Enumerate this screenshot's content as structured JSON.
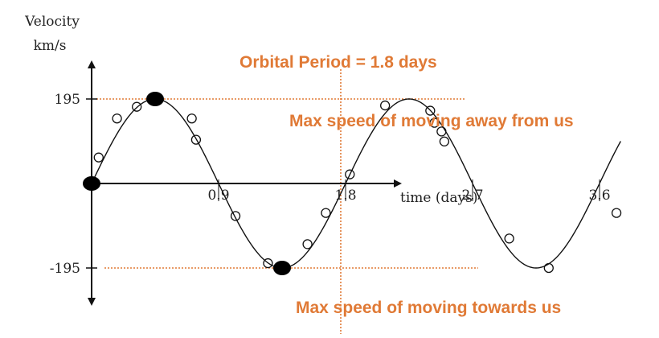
{
  "chart_data": {
    "type": "scatter",
    "ylabel_line1": "Velocity",
    "ylabel_line2": "km/s",
    "xlabel": "time (days)",
    "x_ticks": [
      {
        "value": 0.9,
        "label": "0.9"
      },
      {
        "value": 1.8,
        "label": "1.8"
      },
      {
        "value": 2.7,
        "label": "2.7"
      },
      {
        "value": 3.6,
        "label": "3.6"
      }
    ],
    "y_ticks": [
      {
        "value": 195,
        "label": "195"
      },
      {
        "value": -195,
        "label": "-195"
      }
    ],
    "curve": {
      "amplitude": 195,
      "period": 1.8,
      "phase": 0
    },
    "filled_points": [
      {
        "x": 0,
        "y": 0
      },
      {
        "x": 0.45,
        "y": 195
      },
      {
        "x": 1.35,
        "y": -195
      }
    ],
    "open_points": [
      {
        "x": 0.05,
        "y": 60
      },
      {
        "x": 0.18,
        "y": 150
      },
      {
        "x": 0.32,
        "y": 177
      },
      {
        "x": 0.71,
        "y": 150
      },
      {
        "x": 0.74,
        "y": 101
      },
      {
        "x": 1.02,
        "y": -75
      },
      {
        "x": 1.25,
        "y": -184
      },
      {
        "x": 1.53,
        "y": -140
      },
      {
        "x": 1.66,
        "y": -68
      },
      {
        "x": 1.83,
        "y": 21
      },
      {
        "x": 2.08,
        "y": 180
      },
      {
        "x": 2.4,
        "y": 168
      },
      {
        "x": 2.43,
        "y": 140
      },
      {
        "x": 2.48,
        "y": 120
      },
      {
        "x": 2.5,
        "y": 97
      },
      {
        "x": 2.96,
        "y": -127
      },
      {
        "x": 3.24,
        "y": -195
      },
      {
        "x": 3.72,
        "y": -68
      }
    ],
    "guides": {
      "period_x": 1.8,
      "max_y": 195,
      "min_y": -195
    }
  },
  "annotations": {
    "period": "Orbital Period = 1.8 days",
    "max_away": "Max speed of moving away from us",
    "max_towards": "Max speed of moving towards us"
  },
  "colors": {
    "annotation": "#e07a36",
    "axis": "#111111",
    "marker_fill": "#000000"
  }
}
